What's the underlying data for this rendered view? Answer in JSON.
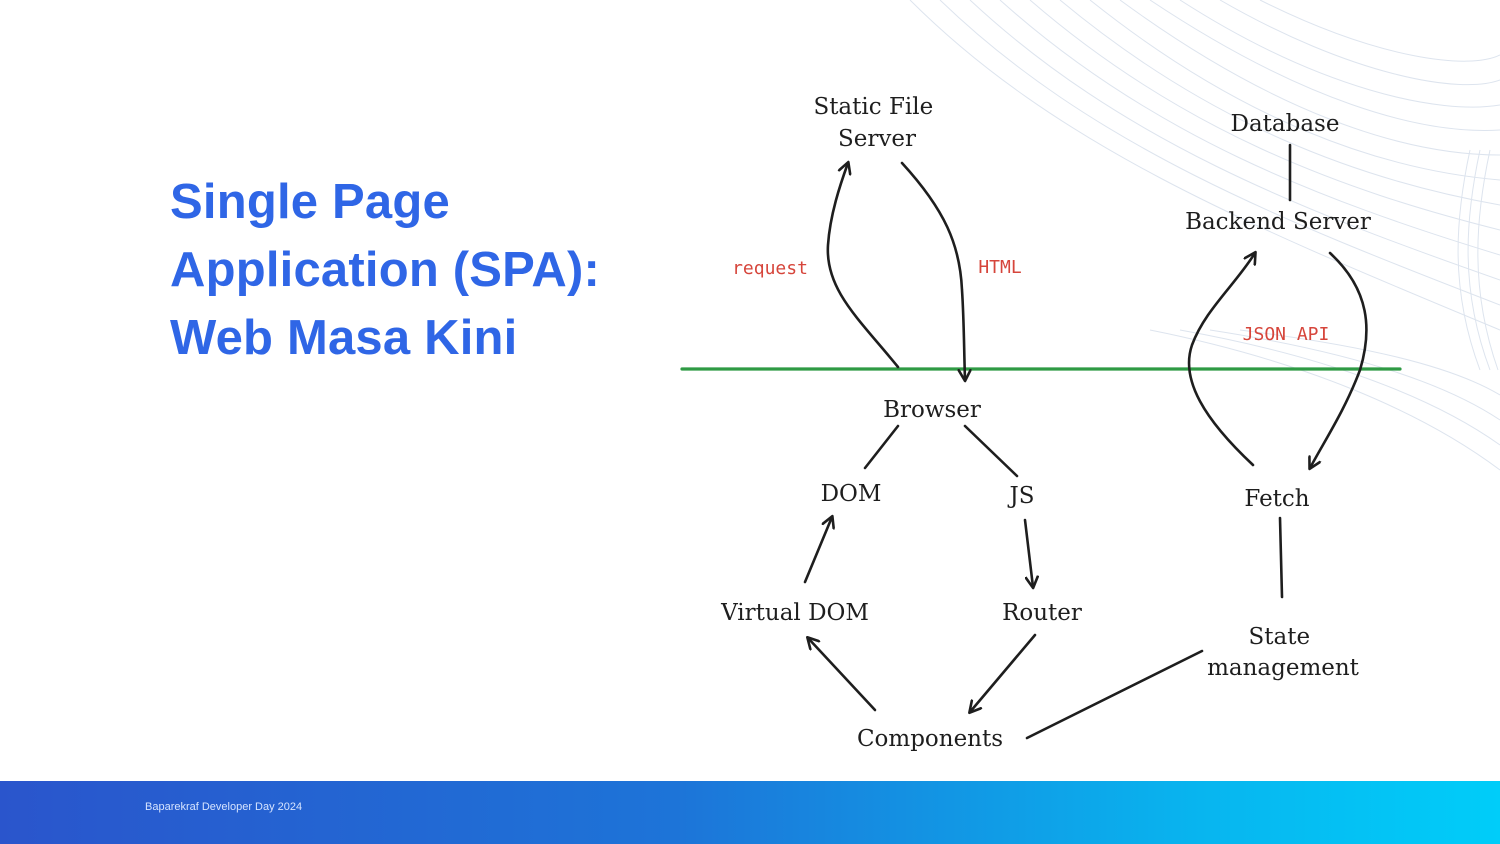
{
  "slide": {
    "title_lines": [
      "Single Page",
      "Application (SPA):",
      "Web Masa Kini"
    ],
    "footer_text": "Baparekraf Developer Day 2024"
  },
  "diagram": {
    "nodes": {
      "static_file_server": [
        "Static File",
        "Server"
      ],
      "database": "Database",
      "backend_server": "Backend Server",
      "browser": "Browser",
      "dom": "DOM",
      "js": "JS",
      "fetch": "Fetch",
      "virtual_dom": "Virtual DOM",
      "router": "Router",
      "state_management": [
        "State",
        "management"
      ],
      "components": "Components"
    },
    "edge_labels": {
      "request": "request",
      "html": "HTML",
      "json_api": "JSON API"
    }
  },
  "colors": {
    "title": "#2f66e6",
    "edge_label": "#d6453b",
    "divider": "#2f9a44",
    "footer_start": "#2a55cc",
    "footer_end": "#00cdf9"
  }
}
